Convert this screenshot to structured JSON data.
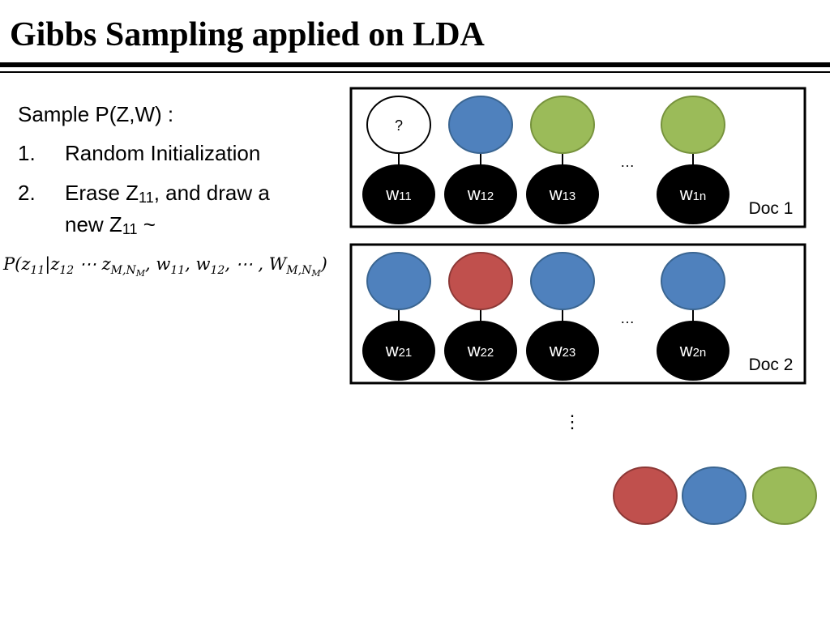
{
  "title": "Gibbs Sampling applied on LDA",
  "text": {
    "sample_label": "Sample P(Z,W) :",
    "step1_num": "1.",
    "step1_text": "Random Initialization",
    "step2_num": "2.",
    "step2_prefix": "Erase Z",
    "step2_sub": "11",
    "step2_suffix": ", and draw a",
    "step2_line2_prefix": "new Z",
    "step2_line2_sub": "11",
    "step2_line2_suffix": " ~"
  },
  "formula": {
    "p": "P(",
    "z11": "z",
    "z11_sub": "11",
    "bar": "|",
    "z12": "z",
    "z12_sub": "12",
    "dots1": " ⋯ ",
    "zM": "z",
    "zM_sub": "M,N",
    "zM_subsub": "M",
    "comma1": ", ",
    "w11": "w",
    "w11_sub": "11",
    "comma2": ", ",
    "w12": "w",
    "w12_sub": "12",
    "comma3": ", ⋯ , ",
    "WM": "W",
    "WM_sub": "M,N",
    "WM_subsub": "M",
    "close": ")"
  },
  "docs": [
    {
      "label": "Doc 1",
      "ellipsis": "…",
      "topics": [
        "unknown",
        "blue",
        "green",
        "green"
      ],
      "topic_question": "?",
      "words": [
        {
          "w": "w",
          "sub": "11"
        },
        {
          "w": "w",
          "sub": "12"
        },
        {
          "w": "w",
          "sub": "13"
        },
        {
          "w": "w",
          "sub": "1n"
        }
      ]
    },
    {
      "label": "Doc 2",
      "ellipsis": "…",
      "topics": [
        "blue",
        "red",
        "blue",
        "blue"
      ],
      "words": [
        {
          "w": "w",
          "sub": "21"
        },
        {
          "w": "w",
          "sub": "22"
        },
        {
          "w": "w",
          "sub": "23"
        },
        {
          "w": "w",
          "sub": "2n"
        }
      ]
    }
  ],
  "vertical_ellipsis": "⋮",
  "palette_topics": [
    "red",
    "blue",
    "green"
  ],
  "colors": {
    "blue": "#4f81bd",
    "blue_stroke": "#3a6591",
    "green": "#9bbb59",
    "green_stroke": "#76923c",
    "red": "#c0504d",
    "red_stroke": "#8c3836",
    "unknown": "#ffffff",
    "word": "#000000"
  }
}
